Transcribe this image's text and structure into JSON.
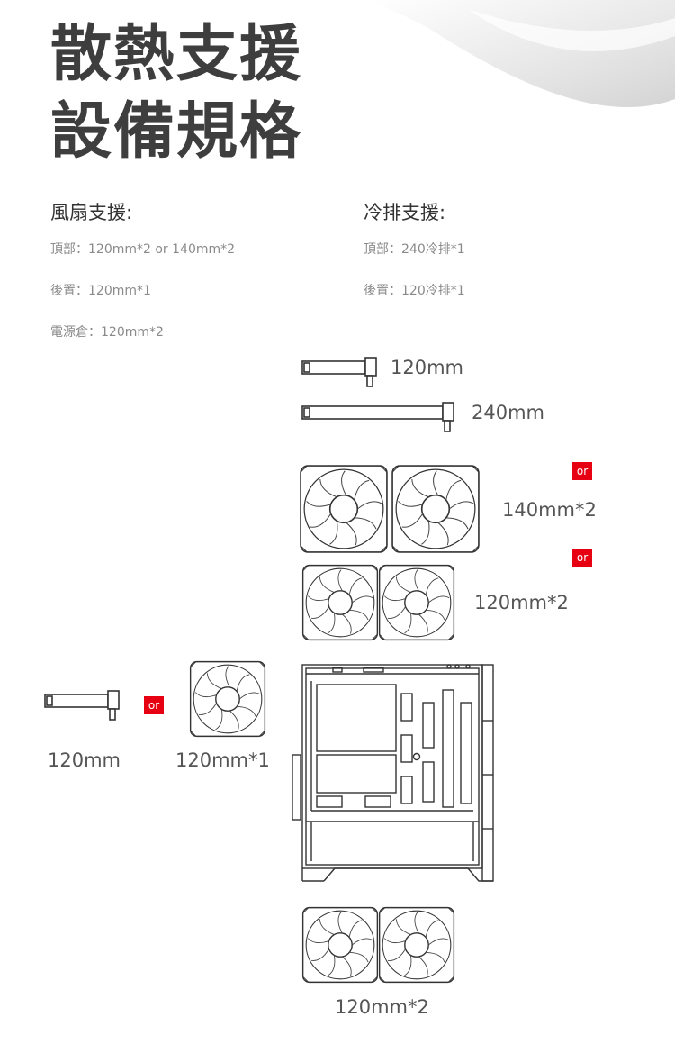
{
  "title": {
    "line1": "散熱支援",
    "line2": "設備規格"
  },
  "fan_support": {
    "heading": "風扇支援:",
    "items": [
      "頂部：120mm*2 or 140mm*2",
      "後置：120mm*1",
      "電源倉：120mm*2"
    ]
  },
  "radiator_support": {
    "heading": "冷排支援:",
    "items": [
      "頂部：240冷排*1",
      "後置：120冷排*1"
    ]
  },
  "diagram": {
    "top_radiator_120": "120mm",
    "top_radiator_240": "240mm",
    "top_fans_140": "140mm*2",
    "top_fans_120": "120mm*2",
    "rear_radiator": "120mm",
    "rear_fan": "120mm*1",
    "bottom_fans": "120mm*2",
    "or_label": "or"
  },
  "colors": {
    "accent": "#e60012",
    "line": "#333333",
    "title": "#3e3e3e"
  }
}
